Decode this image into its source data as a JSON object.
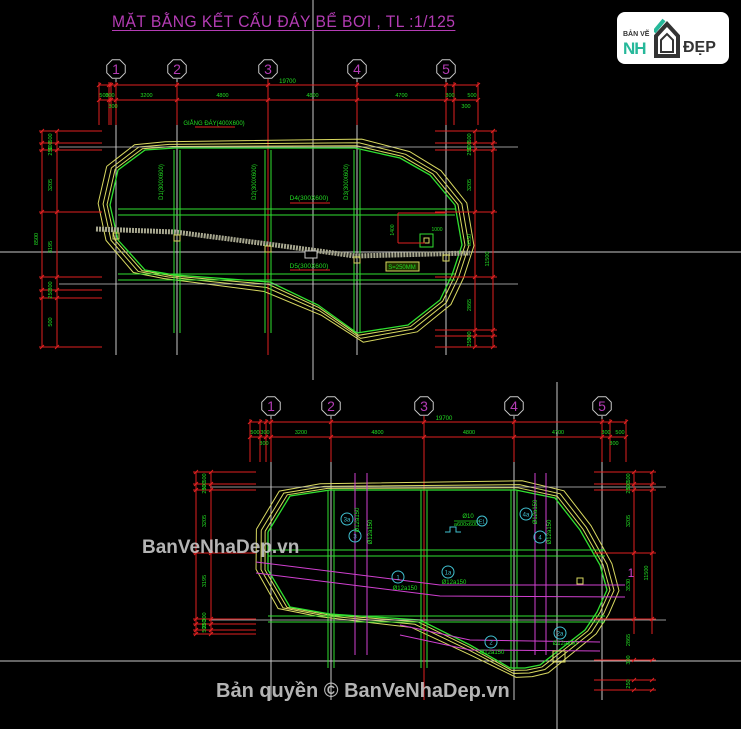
{
  "drawing": {
    "title": "MẶT BẰNG KẾT CẤU ĐÁY BỂ BƠI , TL :1/125",
    "colors": {
      "background": "#000000",
      "dimension": "#e02020",
      "dim_text": "#22dd22",
      "outline": "#d8d860",
      "beam": "#30e030",
      "axis_bubble_text": "#b43cb4",
      "axis_bubble": "#c8c8c8",
      "rebar": "#d040d0",
      "rebar_label": "#22dd22",
      "tag": "#40c0d0",
      "crosshair": "#c8c8c8"
    },
    "plan_top": {
      "axes": [
        "1",
        "2",
        "3",
        "4",
        "5"
      ],
      "overall_length": "19700",
      "spans": [
        "500",
        "300",
        "3200",
        "4800",
        "4800",
        "4700",
        "300",
        "500"
      ],
      "sub_300_left": "300",
      "sub_300_right": "300",
      "left_dims": [
        "500",
        "300",
        "250",
        "3205",
        "3195",
        "300",
        "250",
        "500"
      ],
      "left_total": "8500",
      "right_dims": [
        "500",
        "300",
        "250",
        "3205",
        "3530",
        "2865",
        "300",
        "250",
        "500"
      ],
      "right_total": "11500",
      "labels": {
        "giang_day": "GIẰNG ĐÁY(400X600)",
        "d1": "D1(300X600)",
        "d2": "D2(300X600)",
        "d3": "D3(300X600)",
        "d4": "D4(300X600)",
        "d5": "D5(300X600)",
        "slab": "S=250MM",
        "pit_w": "1000",
        "pit_h": "1400"
      }
    },
    "plan_bottom": {
      "axes": [
        "1",
        "2",
        "3",
        "4",
        "5"
      ],
      "overall_length": "19700",
      "spans": [
        "500",
        "300",
        "3200",
        "4800",
        "4800",
        "4700",
        "300",
        "500"
      ],
      "sub_300_left": "300",
      "sub_300_right": "300",
      "left_dims": [
        "500",
        "300",
        "250",
        "3205",
        "3195",
        "300",
        "250",
        "500"
      ],
      "right_dims": [
        "500",
        "300",
        "250",
        "3205",
        "3530",
        "2865",
        "300",
        "250",
        "500"
      ],
      "right_total": "11500",
      "section_mark": "1",
      "rebar": [
        {
          "tag": "1",
          "label": "Ø12a150"
        },
        {
          "tag": "1a",
          "label": "Ø12a150"
        },
        {
          "tag": "2",
          "label": "Ø12a150"
        },
        {
          "tag": "2a",
          "label": "Ø12a150"
        },
        {
          "tag": "3",
          "label": "Ø12a150"
        },
        {
          "tag": "3a",
          "label": "Ø12a150"
        },
        {
          "tag": "4",
          "label": "Ø12a150"
        },
        {
          "tag": "4a",
          "label": "Ø12a150"
        }
      ],
      "pit": {
        "tag": "E1",
        "bar": "Ø10",
        "size": "a600x600"
      }
    }
  },
  "branding": {
    "logo_small": "BẢN VẼ",
    "logo_main": "NH",
    "logo_suffix": "ĐẸP",
    "watermark_mid": "BanVeNhaDep.vn",
    "watermark_bottom": "Bản quyền © BanVeNhaDep.vn"
  }
}
